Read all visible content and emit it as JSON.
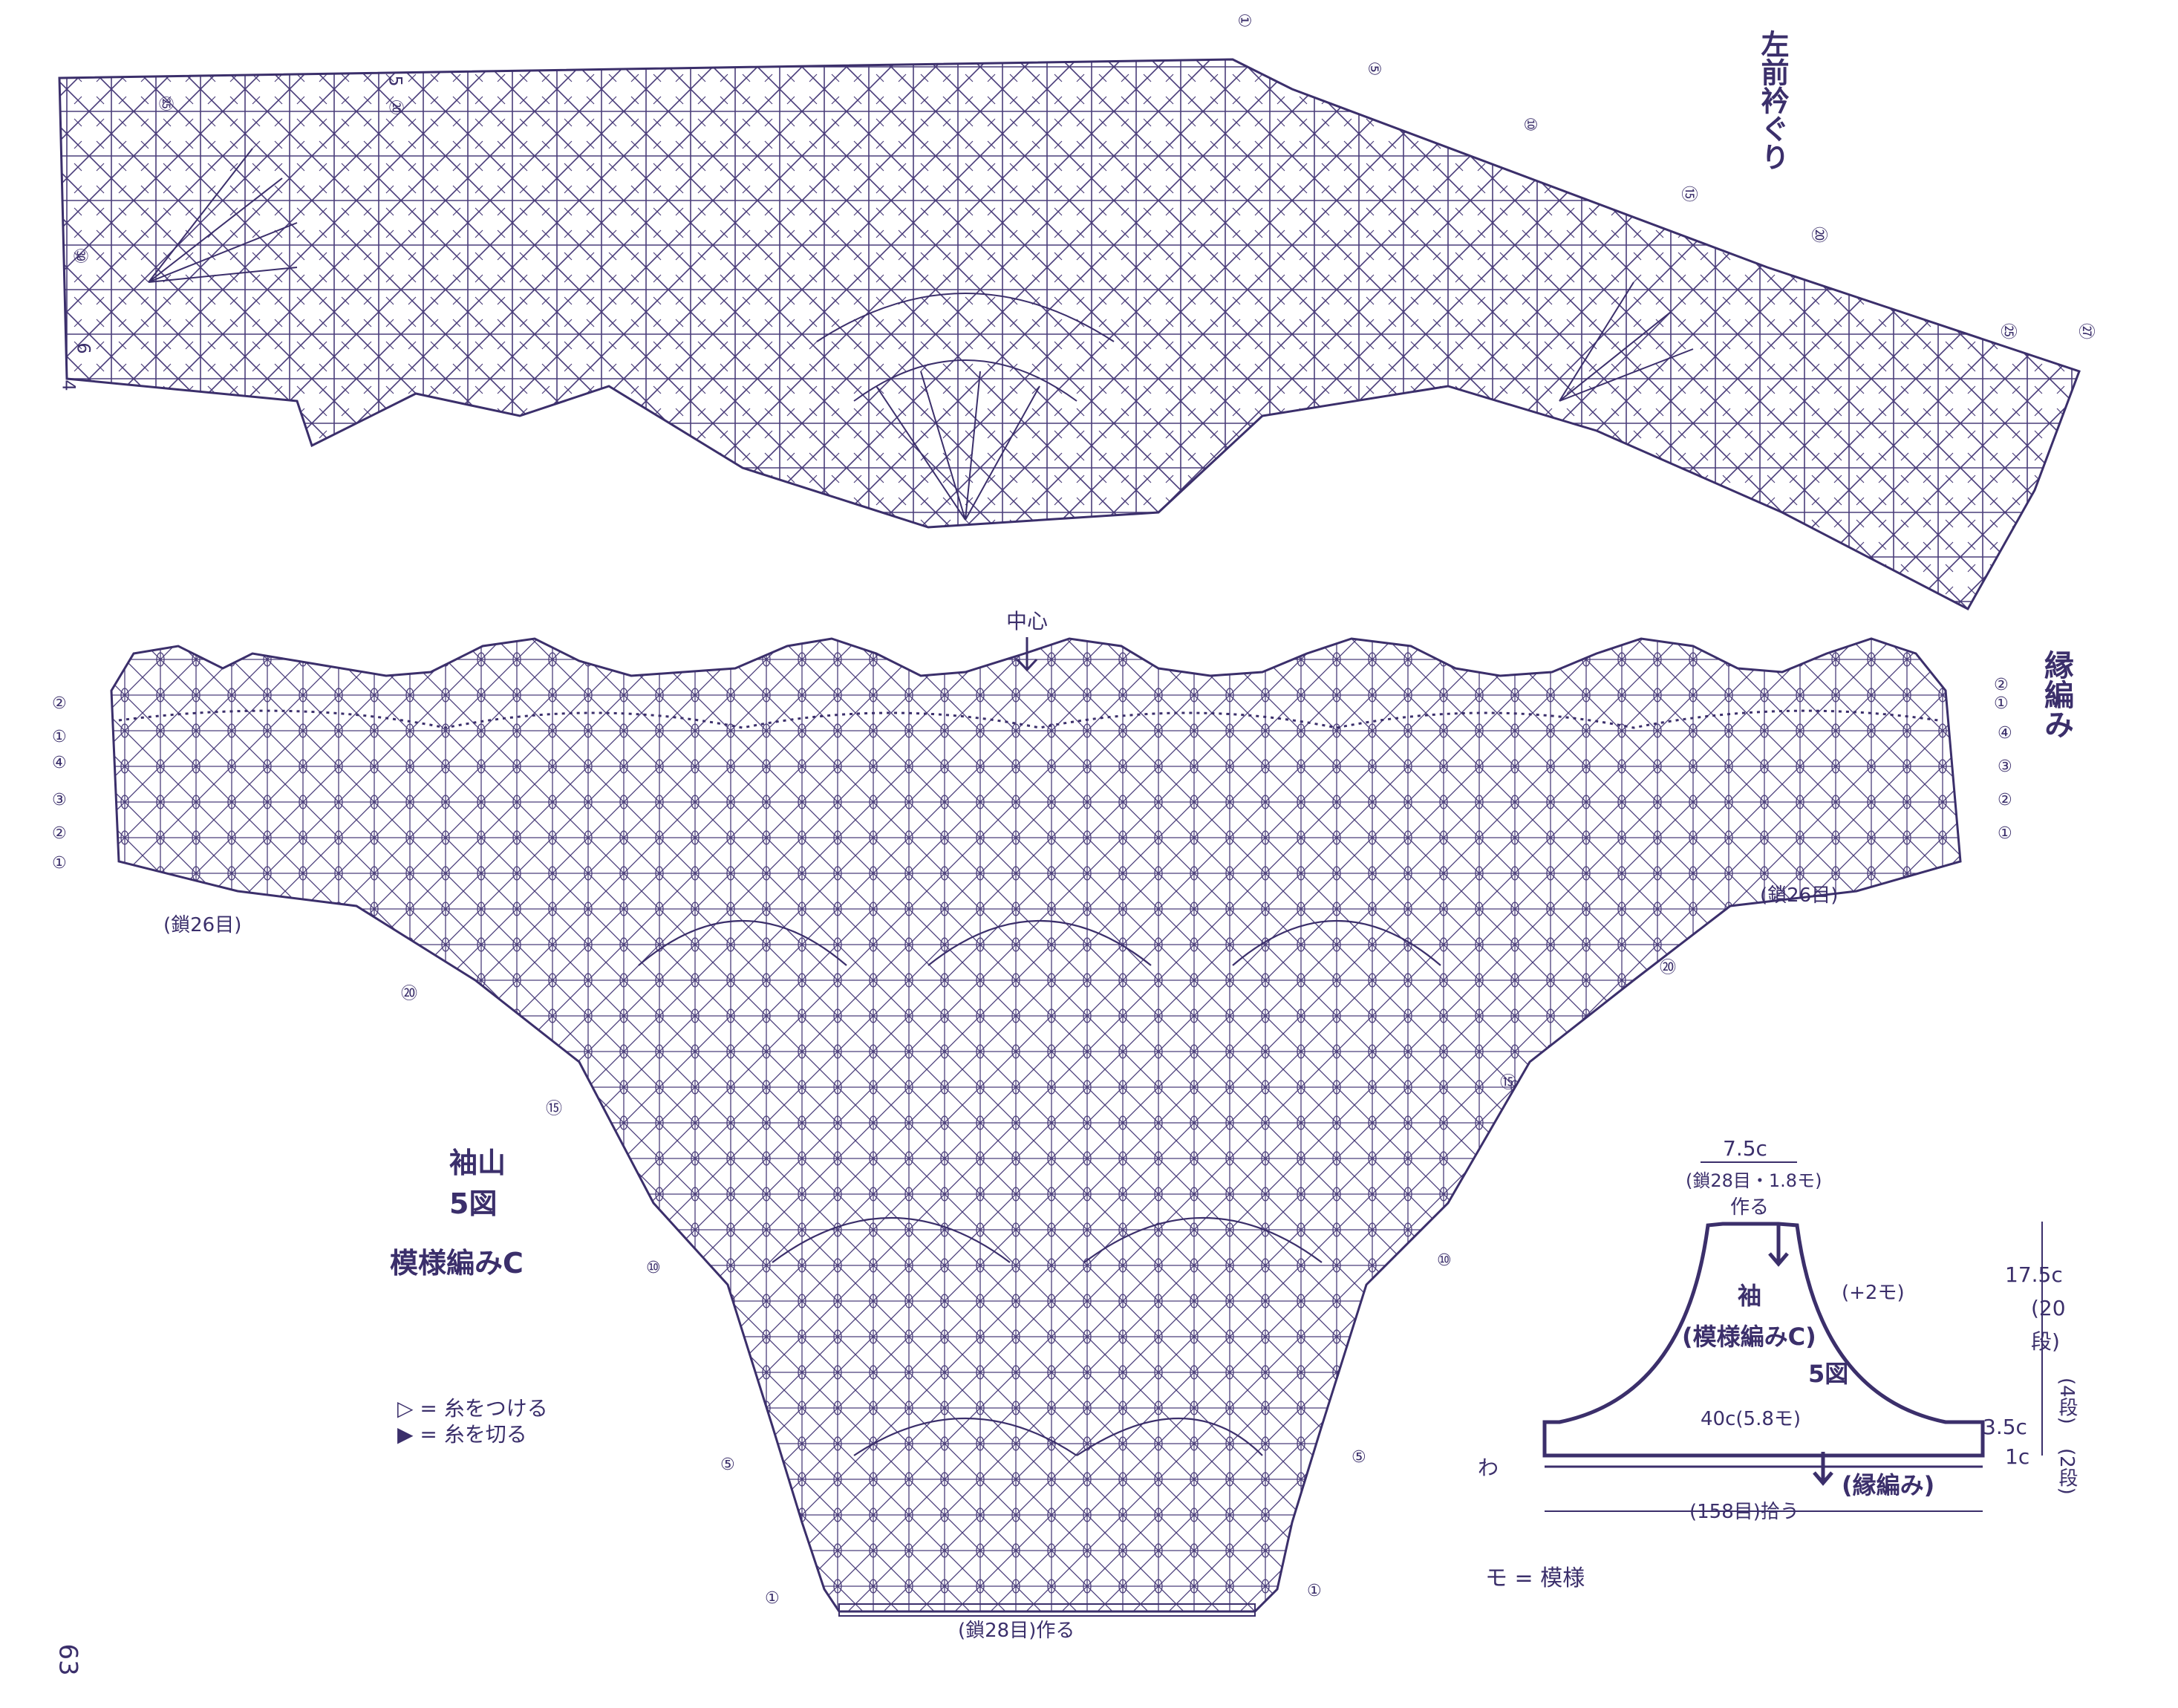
{
  "page_number": "63",
  "collar": {
    "title": "左前衿ぐり",
    "row_markers": [
      "①",
      "⑤",
      "⑩",
      "⑮",
      "⑳",
      "㉕",
      "㉗"
    ],
    "left_numbers": [
      "5",
      "4",
      "6",
      "㉚",
      "㉕",
      "⑳"
    ]
  },
  "sleeve": {
    "center_label": "中心",
    "edging_label": "縁編み",
    "edging_rows_left": [
      "②",
      "①",
      "④",
      "③",
      "②",
      "①"
    ],
    "edging_rows_right": [
      "②",
      "①",
      "④",
      "③",
      "②",
      "①"
    ],
    "chain_left": "(鎖26目)",
    "chain_right": "(鎖26目)",
    "row_20": "⑳",
    "row_15": "⑮",
    "row_10": "⑩",
    "row_5": "⑤",
    "row_1": "①",
    "foundation": "(鎖28目)作る",
    "caption_line1": "袖山",
    "caption_line2": "5図",
    "caption_line3": "模様編みC"
  },
  "legend": {
    "attach": "▷ = 糸をつける",
    "cut": "▶ = 糸を切る",
    "mo": "モ = 模様"
  },
  "schematic": {
    "top_width": "7.5c",
    "top_chain": "(鎖28目・1.8モ)",
    "top_make": "作る",
    "increase": "(+2モ)",
    "title1": "袖",
    "title2": "(模様編みC)",
    "title3": "5図",
    "width": "40c(5.8モ)",
    "height1": "17.5c",
    "rows1a": "(20",
    "rows1b": "段)",
    "height2": "3.5c",
    "rows2": "(4段)",
    "height3": "1c",
    "rows3": "(2段)",
    "ring": "わ",
    "edging": "(縁編み)",
    "pickup": "(158目)拾う"
  }
}
